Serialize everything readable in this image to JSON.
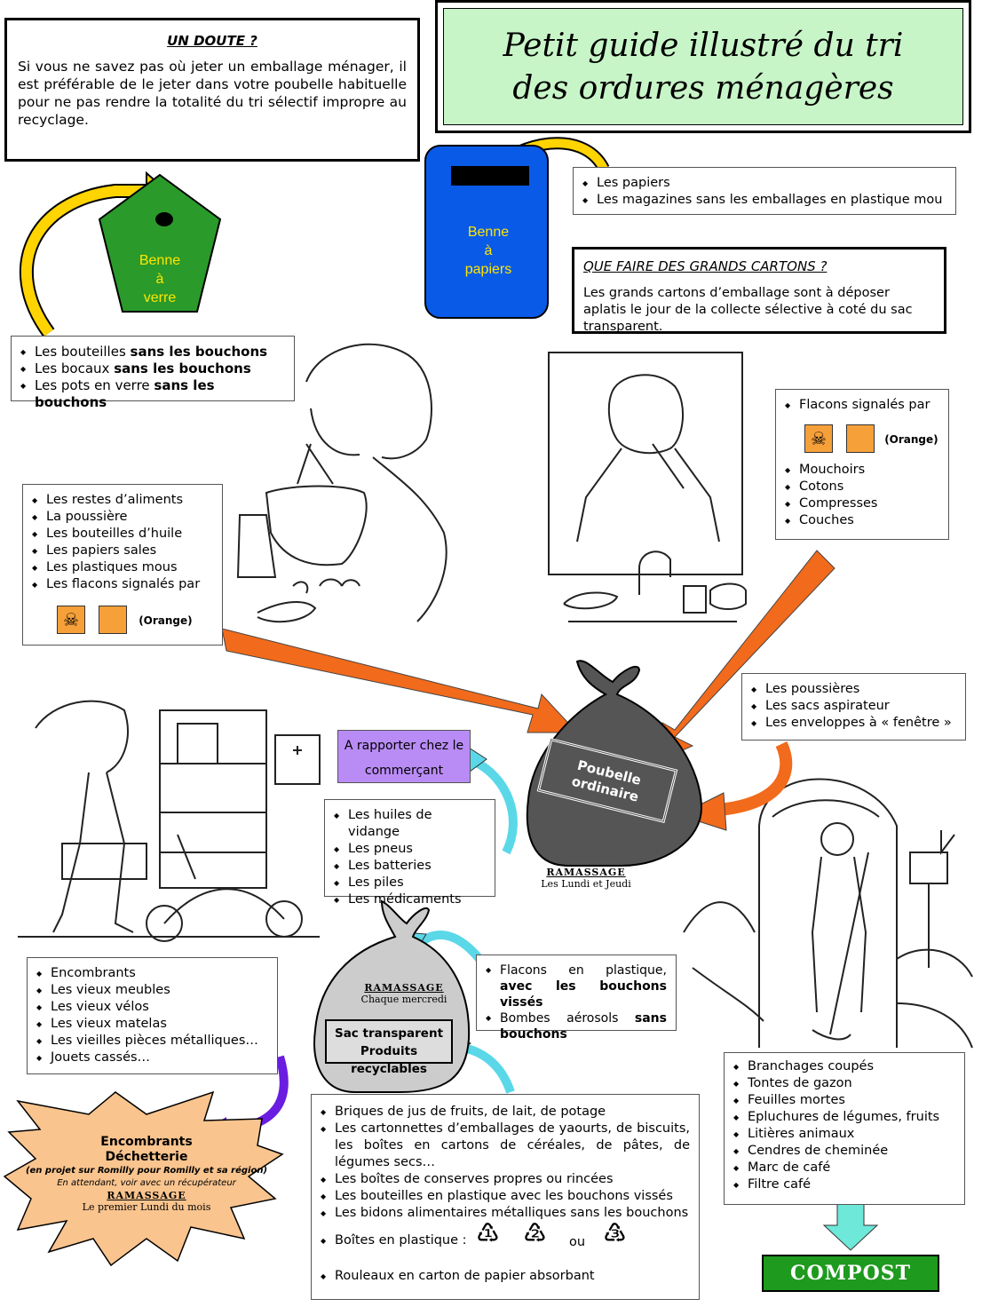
{
  "title": {
    "line1": "Petit guide illustré du tri",
    "line2": "des ordures ménagères"
  },
  "doubt": {
    "heading": "UN DOUTE ?",
    "text": "Si vous ne savez pas où jeter un emballage ménager, il est préférable de le jeter dans votre poubelle habituelle pour ne pas rendre la totalité du tri sélectif impropre au recyclage."
  },
  "verre": {
    "label": [
      "Benne",
      "à",
      "verre"
    ],
    "items": [
      {
        "a": "Les bouteilles ",
        "b": "sans les bouchons"
      },
      {
        "a": "Les bocaux ",
        "b": "sans les bouchons"
      },
      {
        "a": "Les pots en verre ",
        "b": "sans les bouchons"
      }
    ]
  },
  "papiers": {
    "label": [
      "Benne",
      "à",
      "papiers"
    ],
    "items": [
      "Les papiers",
      "Les magazines sans les emballages en plastique mou"
    ]
  },
  "cartons": {
    "heading": "QUE FAIRE DES GRANDS CARTONS ?",
    "text": "Les grands cartons d’emballage sont à déposer aplatis le jour de la collecte sélective à coté du sac transparent."
  },
  "kitchen": {
    "items": [
      "Les restes d’aliments",
      "La poussière",
      "Les bouteilles d’huile",
      "Les papiers sales",
      "Les plastiques mous",
      "Les flacons signalés par"
    ],
    "orange": "(Orange)"
  },
  "bathroom": {
    "header": "Flacons signalés par",
    "orange": "(Orange)",
    "items": [
      "Mouchoirs",
      "Cotons",
      "Compresses",
      "Couches"
    ]
  },
  "dust": {
    "items": [
      "Les poussières",
      "Les sacs aspirateur",
      "Les enveloppes à « fenêtre »"
    ]
  },
  "commercant": {
    "line1": "A rapporter chez le",
    "line2": "commerçant"
  },
  "garage": {
    "items": [
      "Les huiles de vidange",
      "Les pneus",
      "Les batteries",
      "Les piles",
      "Les médicaments"
    ]
  },
  "poubelle": {
    "line1": "Poubelle",
    "line2": "ordinaire",
    "ramassage": "RAMASSAGE",
    "jours": "Les Lundi et Jeudi"
  },
  "sac": {
    "ramassage": "RAMASSAGE",
    "jours": "Chaque mercredi",
    "line1": "Sac transparent",
    "line2": "Produits recyclables"
  },
  "plastiques": {
    "items": [
      {
        "a": "Flacons en plastique, ",
        "b": "avec les bouchons vissés"
      },
      {
        "a": "Bombes aérosols ",
        "b": "sans bouchons"
      }
    ]
  },
  "encombrants": {
    "items": [
      "Encombrants",
      "Les vieux meubles",
      "Les vieux vélos",
      "Les vieux matelas",
      "Les vieilles pièces métalliques…",
      "Jouets cassés…"
    ]
  },
  "dechetterie": {
    "line1": "Encombrants",
    "line2": "Déchetterie",
    "line3": "(en projet sur Romilly pour Romilly et sa région)",
    "line4": "En attendant, voir avec un récupérateur",
    "ramassage": "RAMASSAGE",
    "jour": "Le premier Lundi du mois"
  },
  "recyclables": {
    "items": [
      "Briques de jus de fruits, de lait, de potage",
      "Les cartonnettes d’emballages de yaourts, de biscuits, les boîtes en cartons de céréales, de pâtes, de légumes secs…",
      "Les boîtes de conserves propres ou rincées",
      "Les bouteilles en plastique avec les bouchons vissés",
      "Les bidons alimentaires métalliques sans les bouchons"
    ],
    "boites": "Boîtes en plastique :",
    "codes": [
      "1",
      "2",
      "3"
    ],
    "ou": "ou",
    "rouleaux": "Rouleaux  en carton de papier absorbant"
  },
  "compost": {
    "items": [
      "Branchages coupés",
      "Tontes de gazon",
      "Feuilles mortes",
      "Epluchures de légumes, fruits",
      "Litières animaux",
      "Cendres de cheminée",
      "Marc de café",
      "Filtre café"
    ],
    "label": "COMPOST"
  },
  "colors": {
    "green": "#2a9a2a",
    "blue": "#0a5ae8",
    "orange": "#f26a1b",
    "lightgreen": "#c8f5c8",
    "purple": "#b98cf5",
    "peach": "#f9c48e",
    "cyan": "#6ee8f0"
  }
}
